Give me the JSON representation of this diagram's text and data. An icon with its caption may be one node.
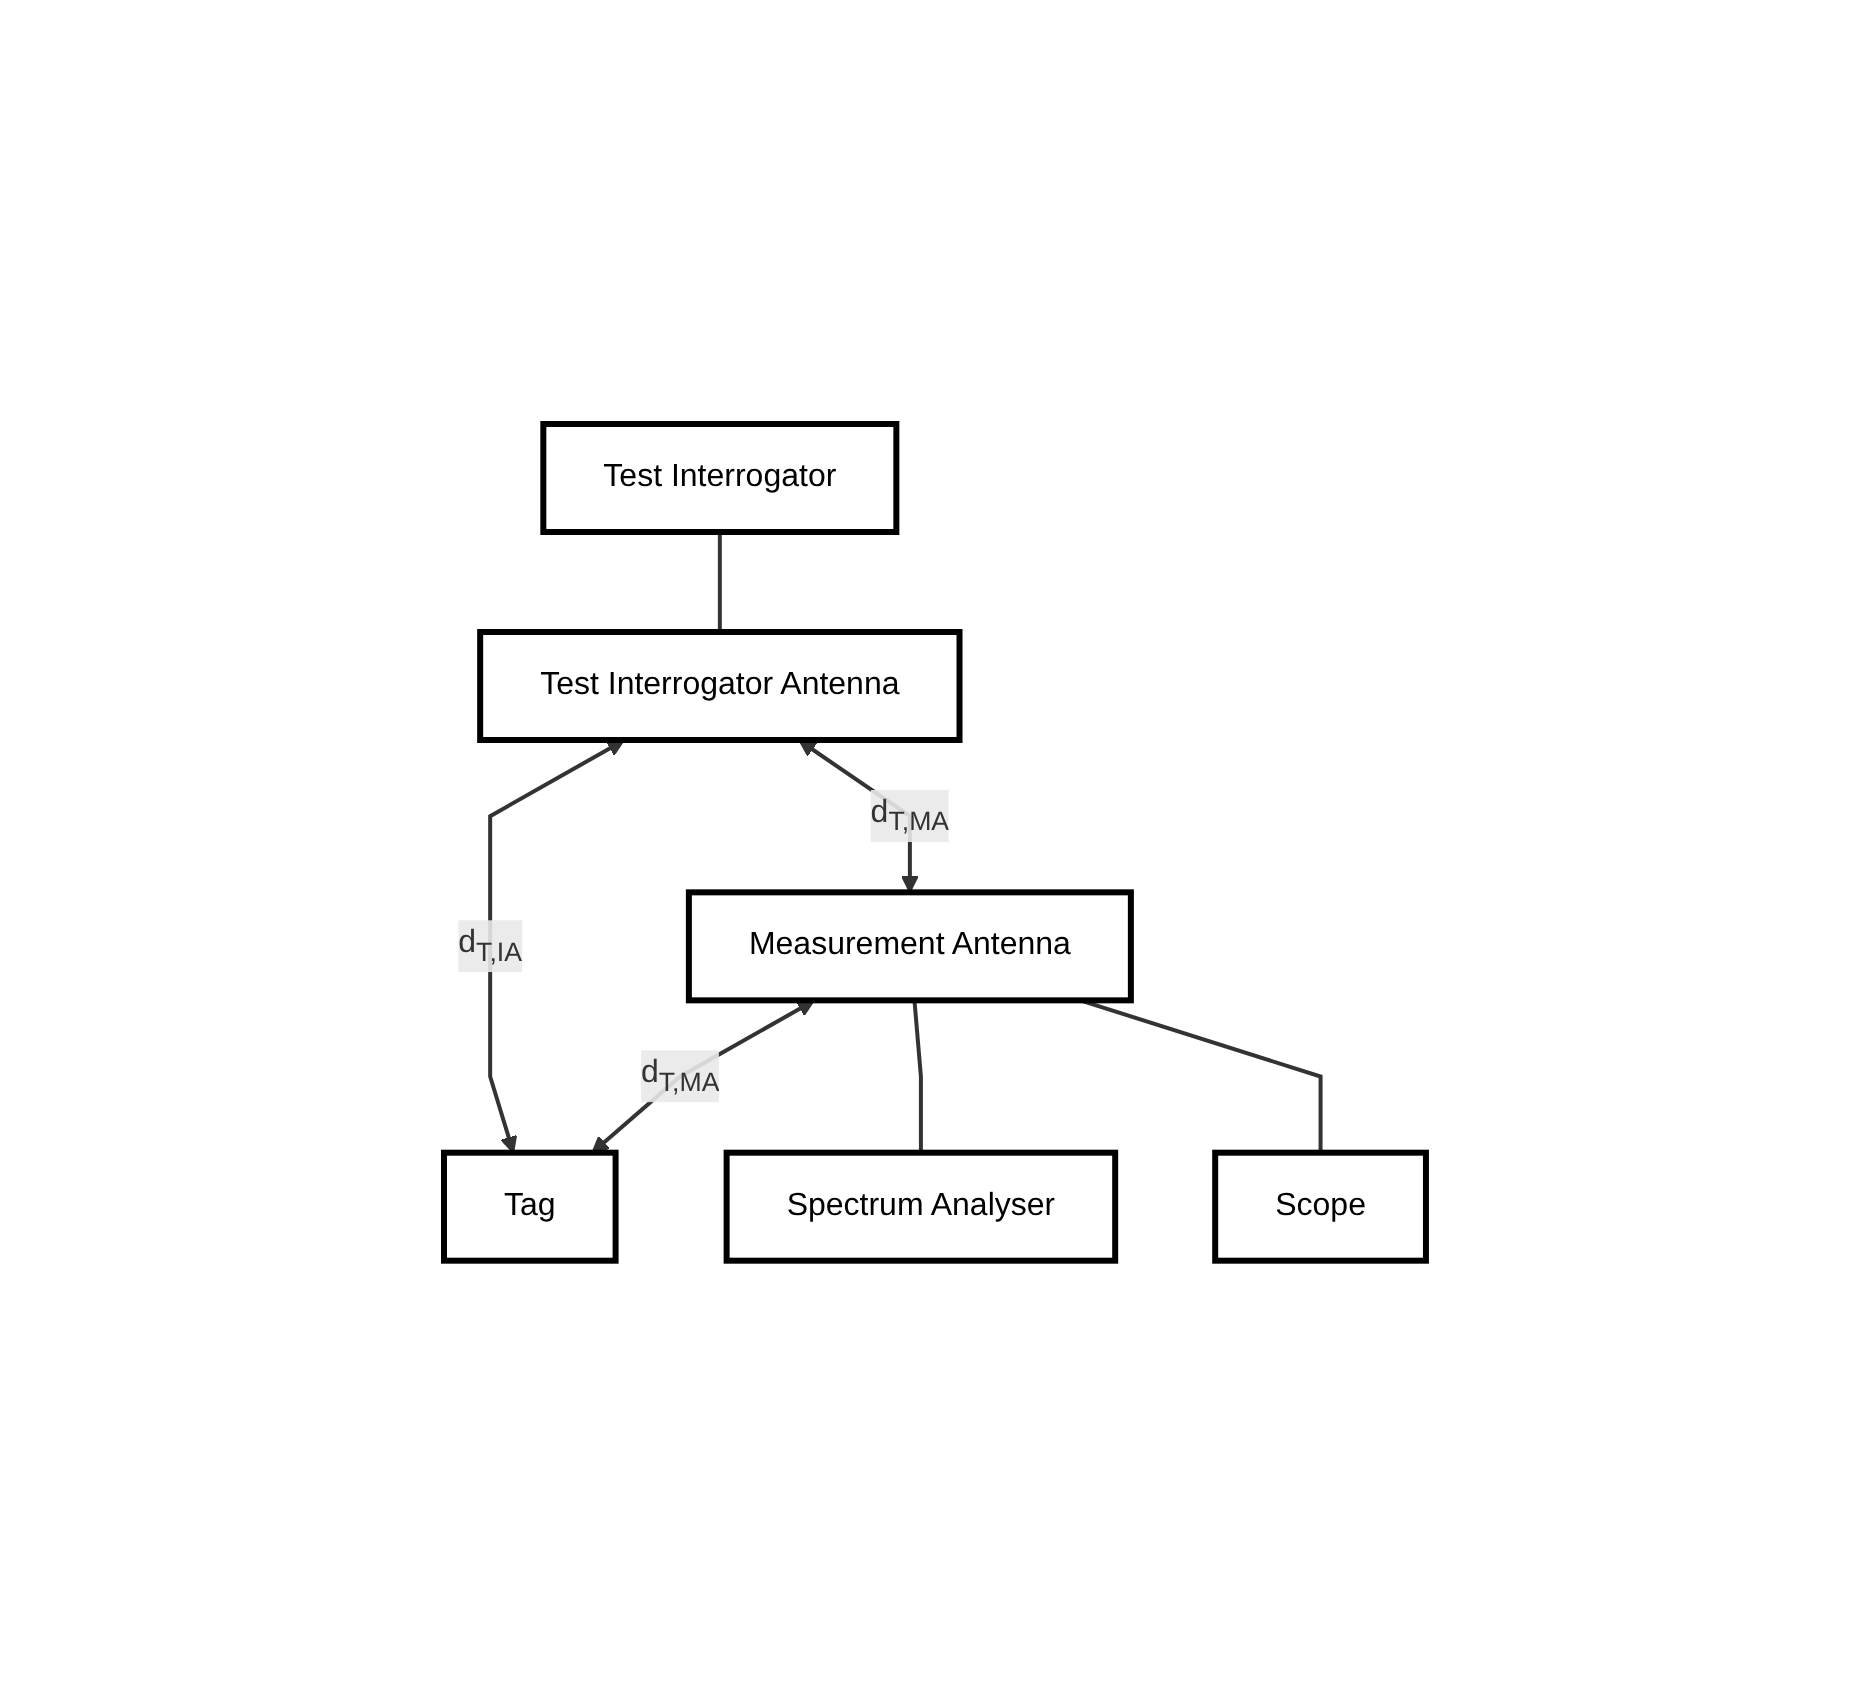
{
  "diagram": {
    "nodes": [
      {
        "text": [
          "Test Interrogator"
        ]
      },
      {
        "text": [
          "Test Interrogator Antenna"
        ]
      },
      {
        "text": [
          "Tag"
        ]
      },
      {
        "text": [
          "Measurement Antenna"
        ]
      },
      {
        "text": [
          "Spectrum Analyser"
        ]
      },
      {
        "text": [
          "Scope"
        ]
      }
    ],
    "edges": [
      {
        "from": 0,
        "to": 1,
        "arrow": "none"
      },
      {
        "from": 1,
        "to": 2,
        "arrow": "both",
        "label": "d$_{T,IA}$"
      },
      {
        "from": 1,
        "to": 3,
        "arrow": "both",
        "label": "d$_{T,MA}$"
      },
      {
        "from": 3,
        "to": 2,
        "arrow": "both",
        "label": "d$_{T,MA}$"
      },
      {
        "from": 3,
        "to": 4,
        "arrow": "none"
      },
      {
        "from": 3,
        "to": 5,
        "arrow": "none"
      }
    ]
  }
}
